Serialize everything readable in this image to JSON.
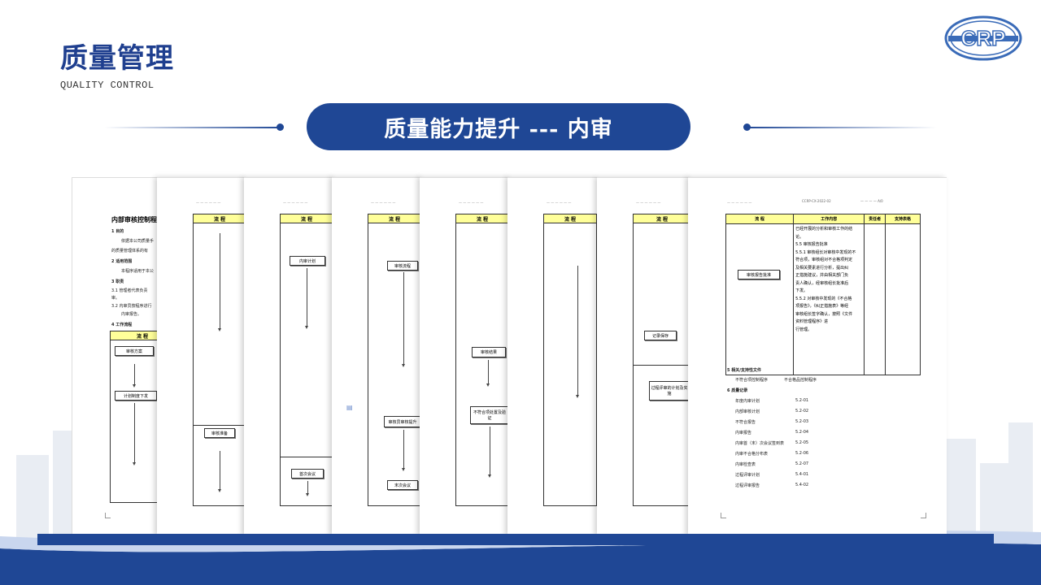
{
  "header": {
    "title": "质量管理",
    "subtitle": "QUALITY CONTROL",
    "logo_text": "CRP"
  },
  "banner": {
    "text": "质量能力提升 --- 内审"
  },
  "colors": {
    "brand": "#1f4795",
    "header_fill": "#ffff99"
  },
  "doc1": {
    "title": "内部审核控制程",
    "lines": [
      "1  目的",
      "依据本公司质量手",
      "的质量管理体系的有",
      "2  适用范围",
      "本程序适用于本公",
      "3  职责",
      "3.1 管理者代表负责",
      "审。",
      "3.2 内审员按程序进行",
      "内审报告。",
      "4  工作流程"
    ],
    "hdr": "流    程",
    "box1": "审核方案",
    "box2": "计划制度下发"
  },
  "doc2": {
    "hdr": "流    程",
    "box1": "审核准备"
  },
  "doc3": {
    "hdr": "流    程",
    "box1": "内审计划",
    "box2": "首次会议"
  },
  "doc4": {
    "hdr": "流    程",
    "box1": "审核流程",
    "box2": "审核员审核提升",
    "box3": "末次会议"
  },
  "doc5": {
    "hdr": "流    程",
    "box1": "审核结果",
    "box2": "不符合项处置及验证"
  },
  "doc6": {
    "hdr": "流    程"
  },
  "doc7": {
    "hdr": "流    程",
    "box1": "记录保存",
    "box2": "过程评审的计划及实施"
  },
  "doc8": {
    "code": "CCRP-CX-2022-02",
    "cols": [
      "流    程",
      "工作内容",
      "责任者",
      "支持表格"
    ],
    "box1": "审核报告批准",
    "content": [
      "已经开展的分析和审核工作的结",
      "论。",
      "5.5 审核报告批准",
      "5.5.1 审核组长对审核中发现的不",
      "符合项，审核组对不合格项判定",
      "及相关要素进行分析，提出纠",
      "正措施建议，并由相关部门负",
      "责人确认，经审核组长批准后",
      "下发。",
      "5.5.2 对审核中发现的《不合格",
      "项报告》，《纠正措施表》等经",
      "审核组长签字确认，按照《文件",
      "资料管理程序》进",
      "行管理。"
    ],
    "sec5": "5  相关/支持性文件",
    "sec5_items": [
      "不符合项控制程序",
      "不合格品控制程序"
    ],
    "sec6": "6  质量记录",
    "records": [
      [
        "年度内审计划",
        "5.2-01"
      ],
      [
        "内部审核计划",
        "5.2-02"
      ],
      [
        "不符合报告",
        "5.2-03"
      ],
      [
        "内审报告",
        "5.2-04"
      ],
      [
        "内审首（末）次会议签到表",
        "5.2-05"
      ],
      [
        "内审不合格分布表",
        "5.2-06"
      ],
      [
        "内审检查表",
        "5.2-07"
      ],
      [
        "过程评审计划",
        "5.4-01"
      ],
      [
        "过程评审报告",
        "5.4-02"
      ]
    ]
  }
}
